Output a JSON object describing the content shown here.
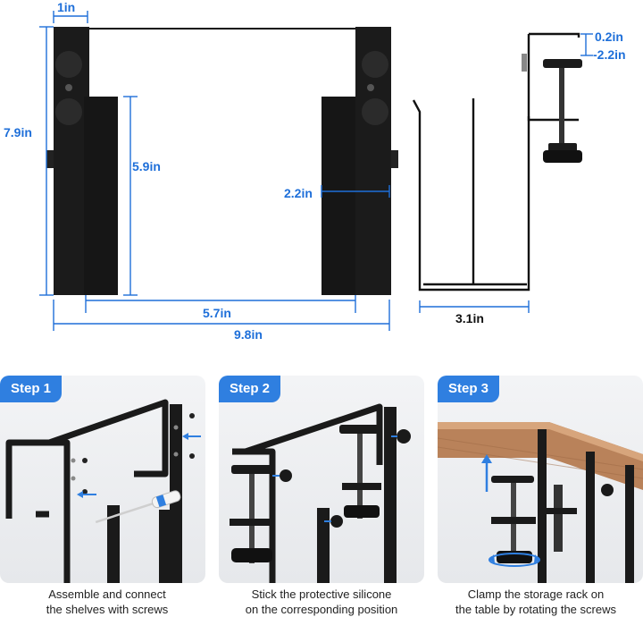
{
  "dimensions": {
    "top_width": "1in",
    "total_height": "7.9in",
    "inner_height": "5.9in",
    "slot_width": "2.2in",
    "inner_width": "5.7in",
    "total_width": "9.8in",
    "clamp_range_min": "0.2in",
    "clamp_range_max": "-2.2in",
    "side_depth": "3.1in"
  },
  "steps": [
    {
      "badge": "Step 1",
      "caption_line1": "Assemble and connect",
      "caption_line2": "the shelves with screws"
    },
    {
      "badge": "Step 2",
      "caption_line1": "Stick the protective silicone",
      "caption_line2": "on the corresponding position"
    },
    {
      "badge": "Step 3",
      "caption_line1": "Clamp the storage rack on",
      "caption_line2": "the table by rotating the screws"
    }
  ],
  "colors": {
    "accent": "#2f7fe0",
    "dimension_blue": "#1e6fd9",
    "metal": "#1a1a1a",
    "wood": "#b9825a"
  }
}
